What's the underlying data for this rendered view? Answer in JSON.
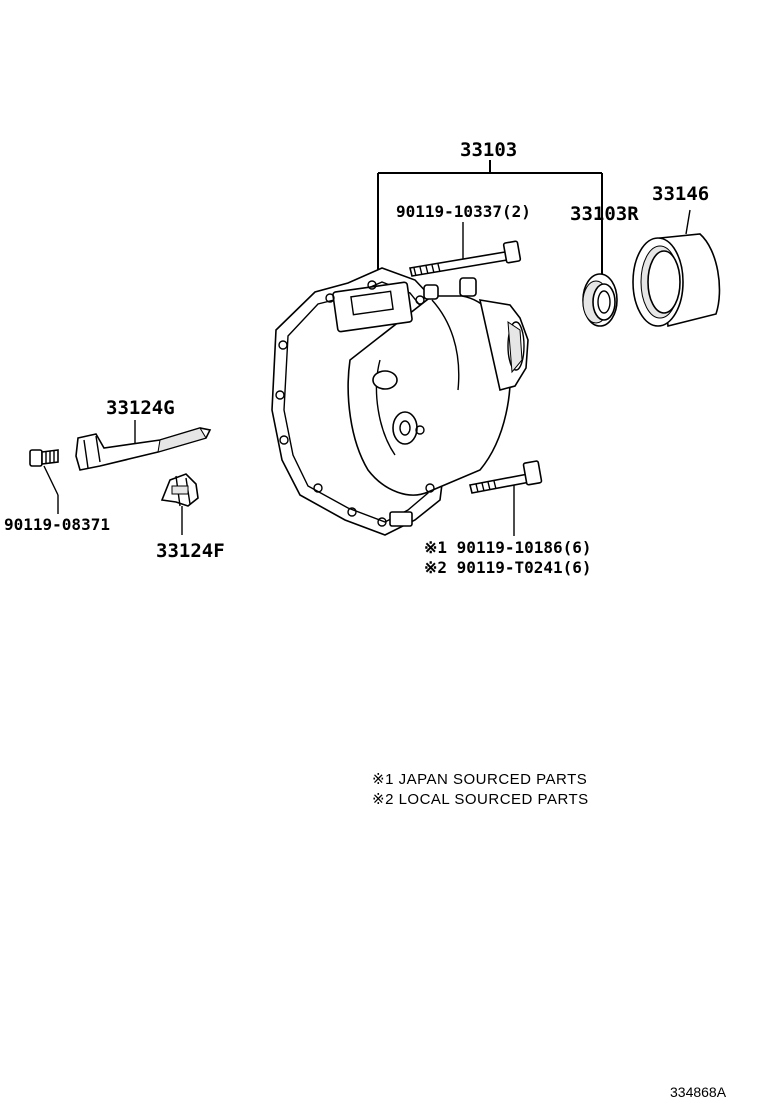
{
  "parts": {
    "p33103": "33103",
    "p33146": "33146",
    "p33103R": "33103R",
    "bolt_top": "90119-10337(2)",
    "p33124G": "33124G",
    "bolt_left": "90119-08371",
    "p33124F": "33124F",
    "bolt_bottom_1": "※1 90119-10186(6)",
    "bolt_bottom_2": "※2 90119-T0241(6)"
  },
  "notes": [
    "※1 JAPAN SOURCED PARTS",
    "※2 LOCAL SOURCED PARTS"
  ],
  "reference_code": "334868A"
}
